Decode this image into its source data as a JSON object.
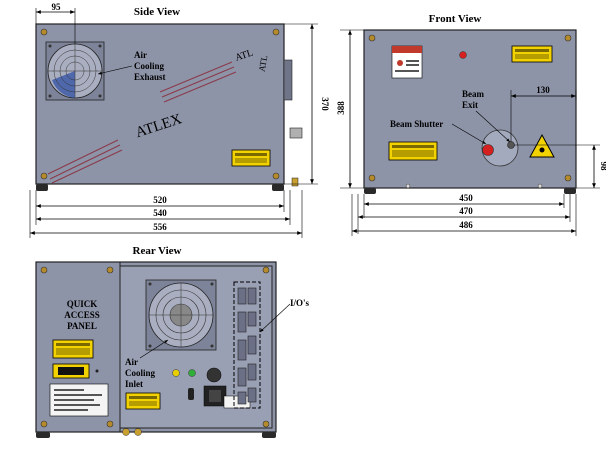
{
  "views": {
    "side": {
      "title": "Side View",
      "brand": "ATLEX",
      "brand_small": "ATL",
      "brand_small2": "ATL",
      "fan_label": [
        "Air",
        "Cooling",
        "Exhaust"
      ]
    },
    "front": {
      "title": "Front View",
      "beam_exit_label": [
        "Beam",
        "Exit"
      ],
      "shutter_label": "Beam Shutter"
    },
    "rear": {
      "title": "Rear View",
      "panel_label": [
        "QUICK",
        "ACCESS",
        "PANEL"
      ],
      "inlet_label": [
        "Air",
        "Cooling",
        "Inlet"
      ],
      "io_label": "I/O's"
    }
  },
  "dimensions": {
    "side": {
      "fan_offset": "95",
      "height": "370",
      "d1": "520",
      "d2": "540",
      "d3": "556"
    },
    "front": {
      "height": "388",
      "exit_offset": "130",
      "exit_height": "98",
      "d1": "450",
      "d2": "470",
      "d3": "486"
    }
  },
  "colors": {
    "panel": "#8e94a8",
    "warning": "#f2d200",
    "brand": "#c0392b",
    "screw": "#b58a2a"
  }
}
